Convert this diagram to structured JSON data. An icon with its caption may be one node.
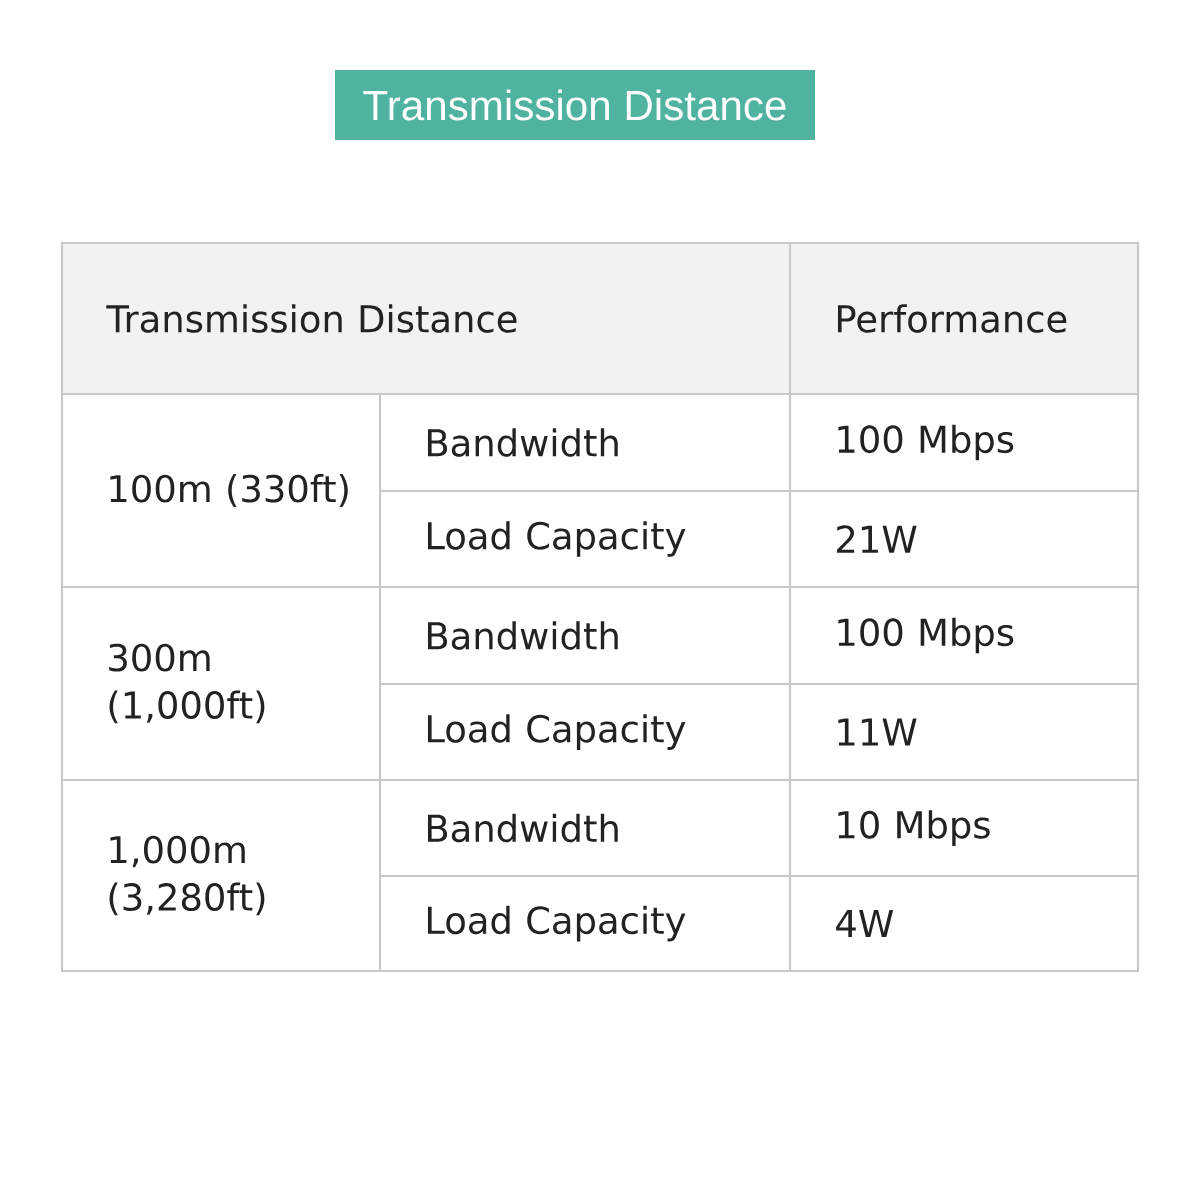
{
  "diagram": {
    "title": "Transmission Distance",
    "labels": [
      "Transmission Distance",
      "Performance",
      "100m (330ft)",
      "Bandwidth",
      "100 Mbps",
      "Load Capacity",
      "21W",
      "300m (1,000ft)",
      "Bandwidth",
      "100 Mbps",
      "Load Capacity",
      "11W",
      "1,000m (3,280ft)",
      "Bandwidth",
      "10 Mbps",
      "Load Capacity",
      "4W"
    ]
  }
}
